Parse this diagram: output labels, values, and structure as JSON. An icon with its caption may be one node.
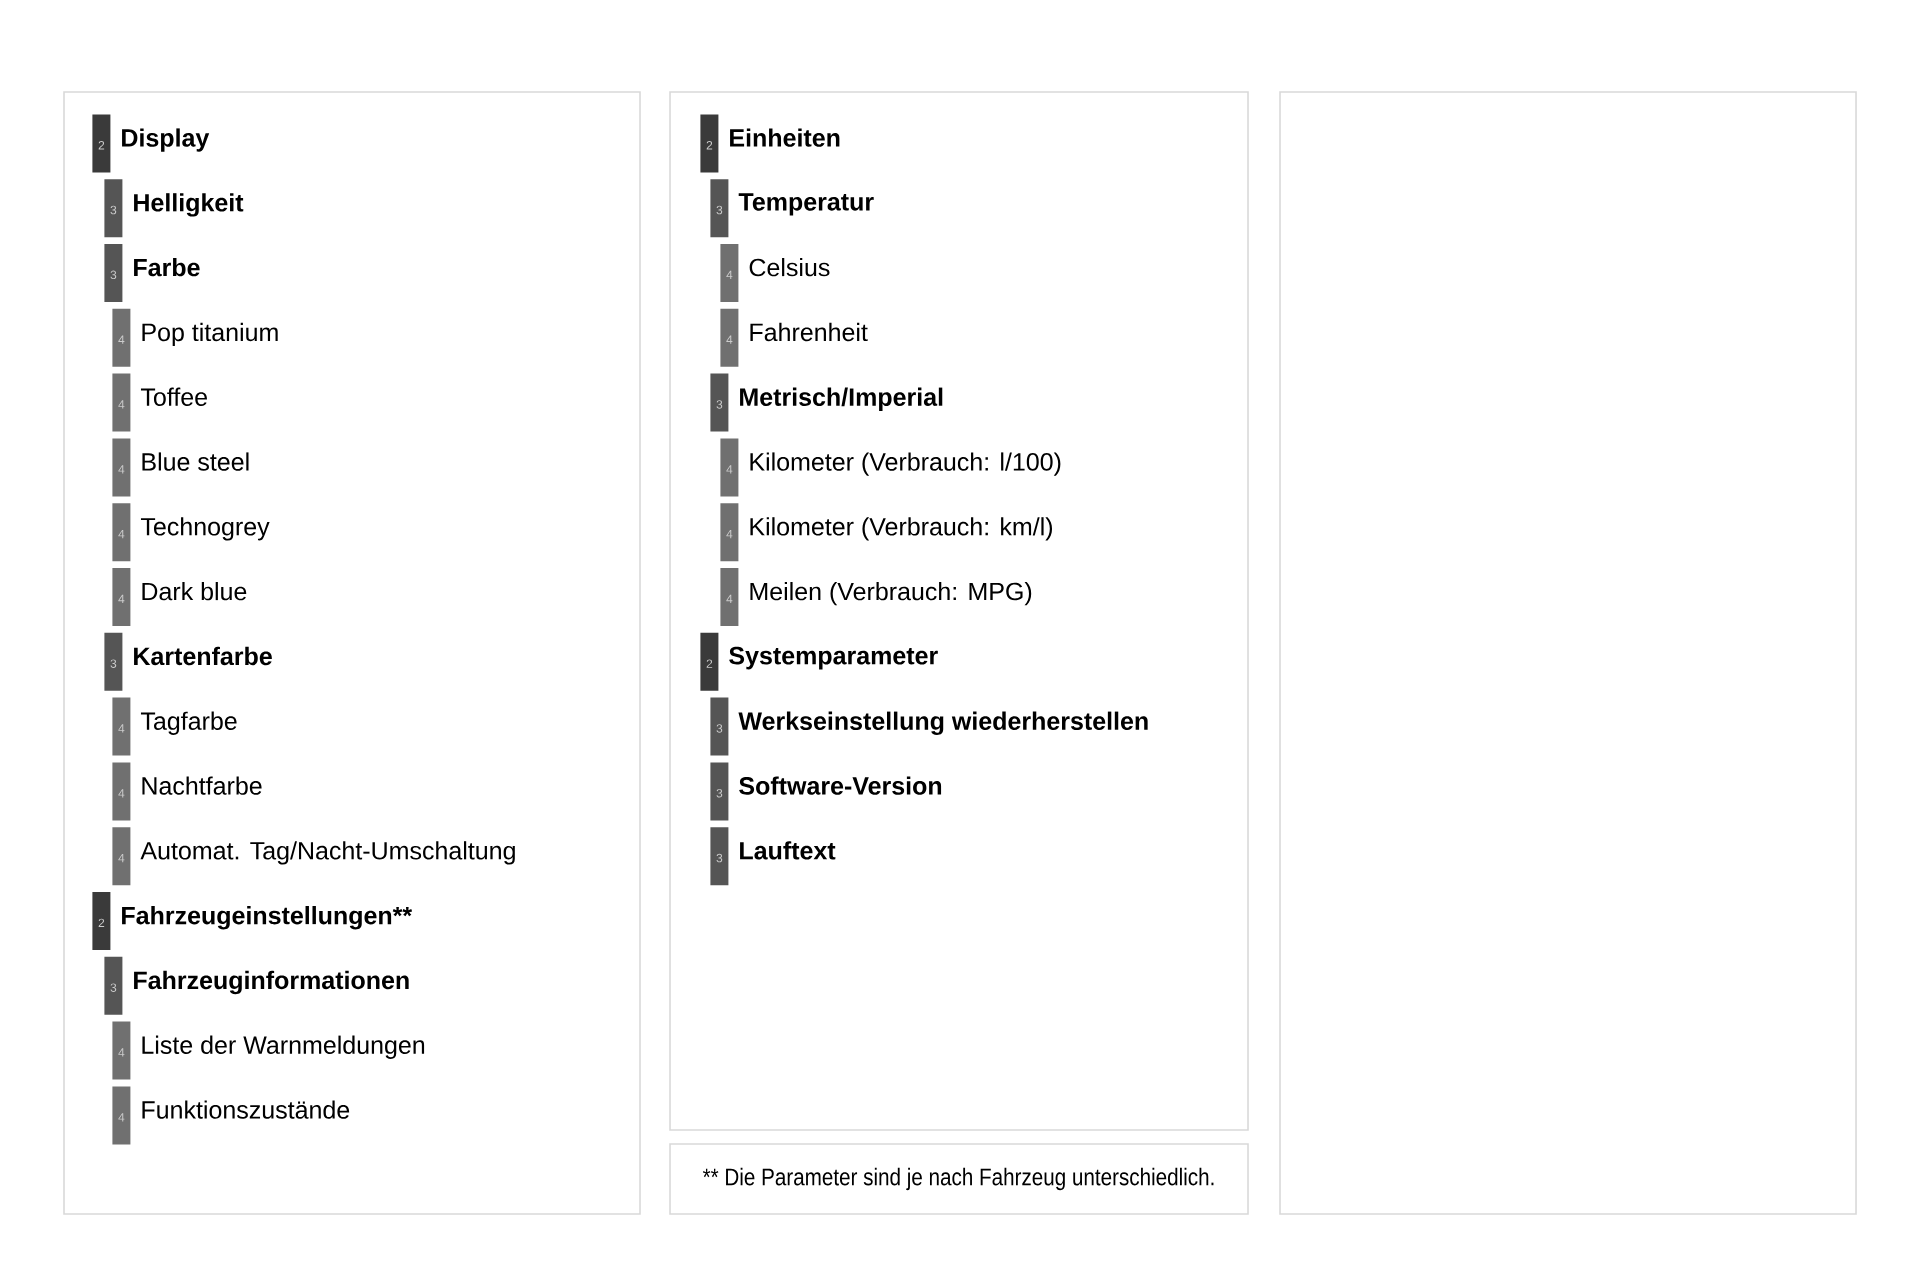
{
  "diagram": {
    "nodes": [
      {
        "text": [],
        "shape": "box"
      },
      {
        "text": [
          "2"
        ],
        "beside": [
          "Display"
        ],
        "in": 0
      },
      {
        "text": [
          "3"
        ],
        "beside": [
          "Helligkeit"
        ],
        "in": 0
      },
      {
        "text": [
          "3"
        ],
        "beside": [
          "Farbe"
        ],
        "in": 0
      },
      {
        "text": [
          "4"
        ],
        "beside": [
          "Pop titanium"
        ],
        "in": 0
      },
      {
        "text": [
          "4"
        ],
        "beside": [
          "Toffee"
        ],
        "in": 0
      },
      {
        "text": [
          "4"
        ],
        "beside": [
          "Blue steel"
        ],
        "in": 0
      },
      {
        "text": [
          "4"
        ],
        "beside": [
          "Technogrey"
        ],
        "in": 0
      },
      {
        "text": [
          "4"
        ],
        "beside": [
          "Dark blue"
        ],
        "in": 0
      },
      {
        "text": [
          "3"
        ],
        "beside": [
          "Kartenfarbe"
        ],
        "in": 0
      },
      {
        "text": [
          "4"
        ],
        "beside": [
          "Tagfarbe"
        ],
        "in": 0
      },
      {
        "text": [
          "4"
        ],
        "beside": [
          "Nachtfarbe"
        ],
        "in": 0
      },
      {
        "text": [
          "4"
        ],
        "beside": [
          "Automat. Tag/Nacht-Umschaltung"
        ],
        "in": 0
      },
      {
        "text": [
          "2"
        ],
        "beside": [
          "Fahrzeugeinstellungen**"
        ],
        "in": 0
      },
      {
        "text": [
          "3"
        ],
        "beside": [
          "Fahrzeuginformationen"
        ],
        "in": 0
      },
      {
        "text": [
          "4"
        ],
        "beside": [
          "Liste der Warnmeldungen"
        ],
        "in": 0
      },
      {
        "text": [
          "4"
        ],
        "beside": [
          "Funktionszustände"
        ],
        "in": 0
      },
      {
        "text": [],
        "shape": "box"
      },
      {
        "text": [
          "2"
        ],
        "beside": [
          "Einheiten"
        ],
        "in": 17
      },
      {
        "text": [
          "3"
        ],
        "beside": [
          "Temperatur"
        ],
        "in": 17
      },
      {
        "text": [
          "4"
        ],
        "beside": [
          "Celsius"
        ],
        "in": 17
      },
      {
        "text": [
          "4"
        ],
        "beside": [
          "Fahrenheit"
        ],
        "in": 17
      },
      {
        "text": [
          "3"
        ],
        "beside": [
          "Metrisch/Imperial"
        ],
        "in": 17
      },
      {
        "text": [
          "4"
        ],
        "beside": [
          "Kilometer (Verbrauch: l/100)"
        ],
        "in": 17
      },
      {
        "text": [
          "4"
        ],
        "beside": [
          "Kilometer (Verbrauch: km/l)"
        ],
        "in": 17
      },
      {
        "text": [
          "4"
        ],
        "beside": [
          "Meilen (Verbrauch: MPG)"
        ],
        "in": 17
      },
      {
        "text": [
          "2"
        ],
        "beside": [
          "Systemparameter"
        ],
        "in": 17
      },
      {
        "text": [
          "3"
        ],
        "beside": [
          "Werkseinstellung wiederherstellen"
        ],
        "in": 17
      },
      {
        "text": [
          "3"
        ],
        "beside": [
          "Software-Version"
        ],
        "in": 17
      },
      {
        "text": [
          "3"
        ],
        "beside": [
          "Lauftext"
        ],
        "in": 17
      },
      {
        "text": [
          "** Die Parameter sind je nach Fahrzeug unterschiedlich."
        ]
      },
      {
        "text": [],
        "shape": "box"
      }
    ]
  }
}
